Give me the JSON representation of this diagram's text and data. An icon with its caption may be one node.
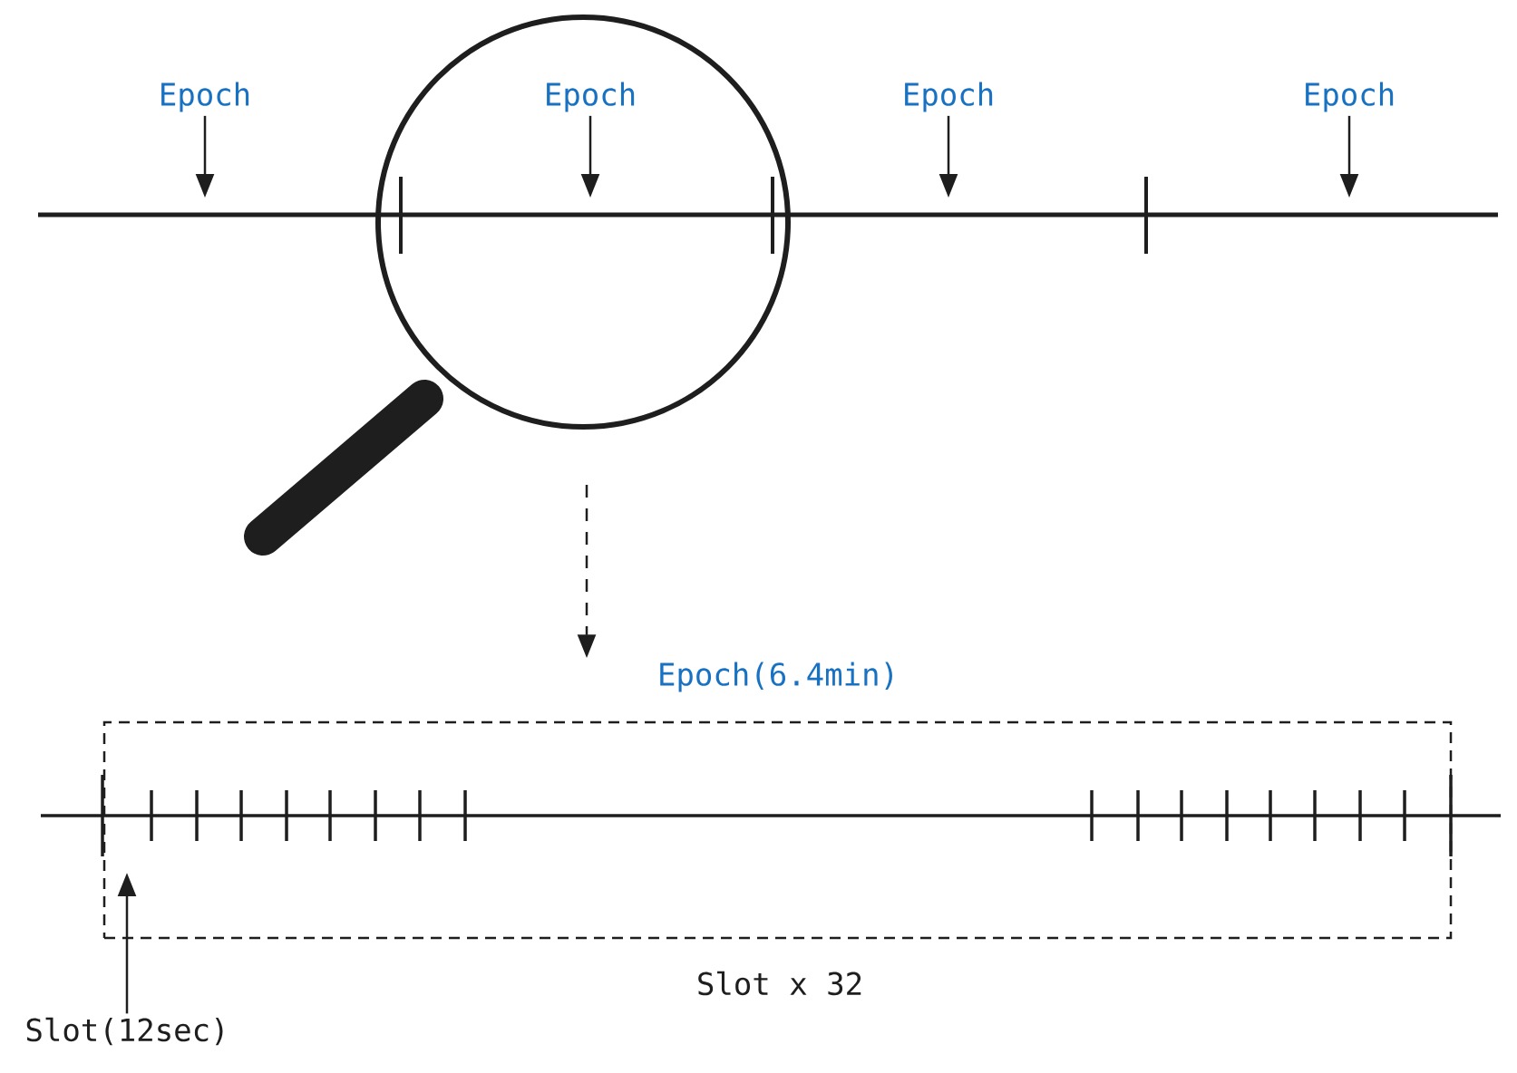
{
  "diagram": {
    "nodes": [
      {
        "text": [
          "Epoch"
        ]
      },
      {
        "text": [
          "Epoch"
        ],
        "in": 4
      },
      {
        "text": [
          "Epoch"
        ]
      },
      {
        "text": [
          "Epoch"
        ]
      },
      {
        "text": [],
        "shape": "circle"
      },
      {
        "text": [
          "Epoch(6.4min)"
        ],
        "beside": [
          "Slot x 32"
        ]
      },
      {
        "text": [
          "Slot(12sec)"
        ]
      }
    ],
    "edges": [
      {
        "from": 0,
        "to": null,
        "arrow": "to"
      },
      {
        "from": 1,
        "to": null,
        "arrow": "to"
      },
      {
        "from": 2,
        "to": null,
        "arrow": "to"
      },
      {
        "from": 3,
        "to": null,
        "arrow": "to"
      },
      {
        "from": 4,
        "to": 5,
        "arrow": "to",
        "style": "dashed"
      },
      {
        "from": 6,
        "to": 5,
        "arrow": "to"
      }
    ]
  }
}
